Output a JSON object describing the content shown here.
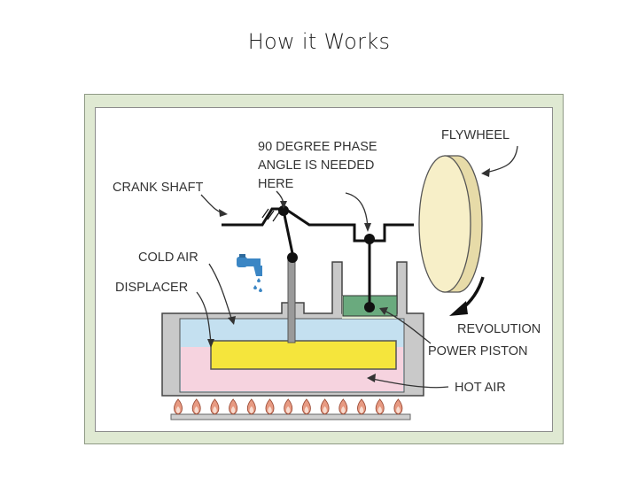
{
  "slide": {
    "title": "How it Works"
  },
  "diagram": {
    "labels": {
      "crank_shaft": "CRANK SHAFT",
      "phase_angle_1": "90 DEGREE PHASE",
      "phase_angle_2": "ANGLE IS NEEDED",
      "phase_angle_3": "HERE",
      "flywheel": "FLYWHEEL",
      "cold_air": "COLD AIR",
      "displacer": "DISPLACER",
      "revolution": "REVOLUTION",
      "power_piston": "POWER PISTON",
      "hot_air": "HOT AIR"
    },
    "colors": {
      "frame_bg": "#dfe9d2",
      "cold_air": "#c4e0f0",
      "hot_air": "#f6d3df",
      "displacer": "#f5e53c",
      "power_piston": "#6aaa7e",
      "flywheel": "#f7efc8",
      "flame": "#e79a82",
      "faucet": "#3b86c4"
    },
    "burner_flame_count": 13
  }
}
